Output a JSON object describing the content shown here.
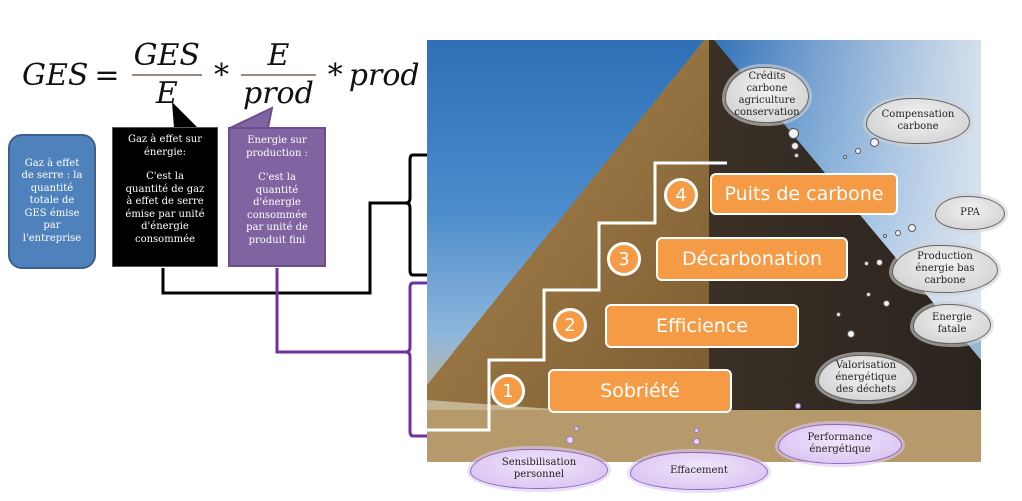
{
  "formula": {
    "lhs": "GES",
    "equals": "=",
    "frac1": {
      "numerator": "GES",
      "denominator": "E"
    },
    "times1": "*",
    "frac2": {
      "numerator": "E",
      "denominator": "prod"
    },
    "times2": "*",
    "rhs_term": "prod"
  },
  "boxes": {
    "ges_total": {
      "lines": [
        "Gaz à effet",
        "de serre : la",
        "quantité",
        "totale de",
        "GES émise",
        "par",
        "l'entreprise"
      ],
      "color": "#4f81bd"
    },
    "ges_energy": {
      "title": [
        "Gaz à effet sur",
        "énergie:"
      ],
      "lines": [
        "C'est la",
        "quantité de gaz",
        "à effet de serre",
        "émise par unité",
        "d'énergie",
        "consommée"
      ],
      "color": "#000000"
    },
    "energy_production": {
      "title": [
        "Energie sur",
        "production :"
      ],
      "lines": [
        "C'est la",
        "quantité",
        "d'énergie",
        "consommée",
        "par unité de",
        "produit fini"
      ],
      "color": "#8064a2"
    }
  },
  "steps": [
    {
      "number": "1",
      "label": "Sobriété"
    },
    {
      "number": "2",
      "label": "Efficience"
    },
    {
      "number": "3",
      "label": "Décarbonation"
    },
    {
      "number": "4",
      "label": "Puits de carbone"
    }
  ],
  "step_color": "#f59a45",
  "grey_clouds": [
    {
      "lines": [
        "Crédits",
        "carbone",
        "agriculture",
        "conservation"
      ]
    },
    {
      "lines": [
        "Compensation",
        "carbone"
      ]
    },
    {
      "lines": [
        "PPA"
      ]
    },
    {
      "lines": [
        "Production",
        "énergie bas",
        "carbone"
      ]
    },
    {
      "lines": [
        "Energie",
        "fatale"
      ]
    },
    {
      "lines": [
        "Valorisation",
        "énergétique",
        "des déchets"
      ]
    }
  ],
  "purple_clouds": [
    {
      "lines": [
        "Sensibilisation",
        "personnel"
      ]
    },
    {
      "lines": [
        "Effacement"
      ]
    },
    {
      "lines": [
        "Performance",
        "énergétique"
      ]
    }
  ],
  "connector_colors": {
    "energy": "#000000",
    "production": "#7030a0"
  }
}
